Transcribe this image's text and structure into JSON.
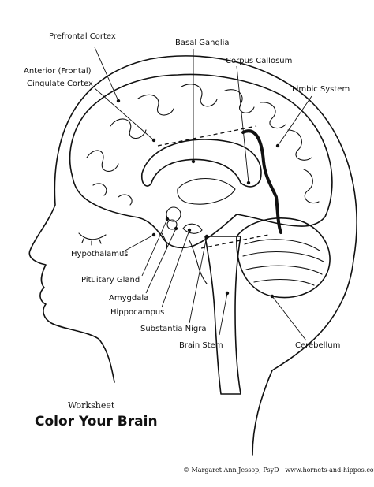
{
  "labels": {
    "prefrontal_cortex": "Prefrontal Cortex",
    "anterior_cingulate_line1": "Anterior (Frontal)",
    "anterior_cingulate_line2": "Cingulate Cortex",
    "basal_ganglia": "Basal Ganglia",
    "corpus_callosum": "Corpus Callosum",
    "limbic_system": "Limbic System",
    "hypothalamus": "Hypothalamus",
    "pituitary_gland": "Pituitary Gland",
    "amygdala": "Amygdala",
    "hippocampus": "Hippocampus",
    "substantia_nigra": "Substantia Nigra",
    "brain_stem": "Brain Stem",
    "cerebellum": "Cerebellum"
  },
  "footer": {
    "worksheet": "Worksheet",
    "title": "Color Your Brain",
    "copyright": "© Margaret Ann Jessop, PsyD | www.hornets-and-hippos.com"
  },
  "colors": {
    "ink": "#111111",
    "background": "#ffffff"
  }
}
